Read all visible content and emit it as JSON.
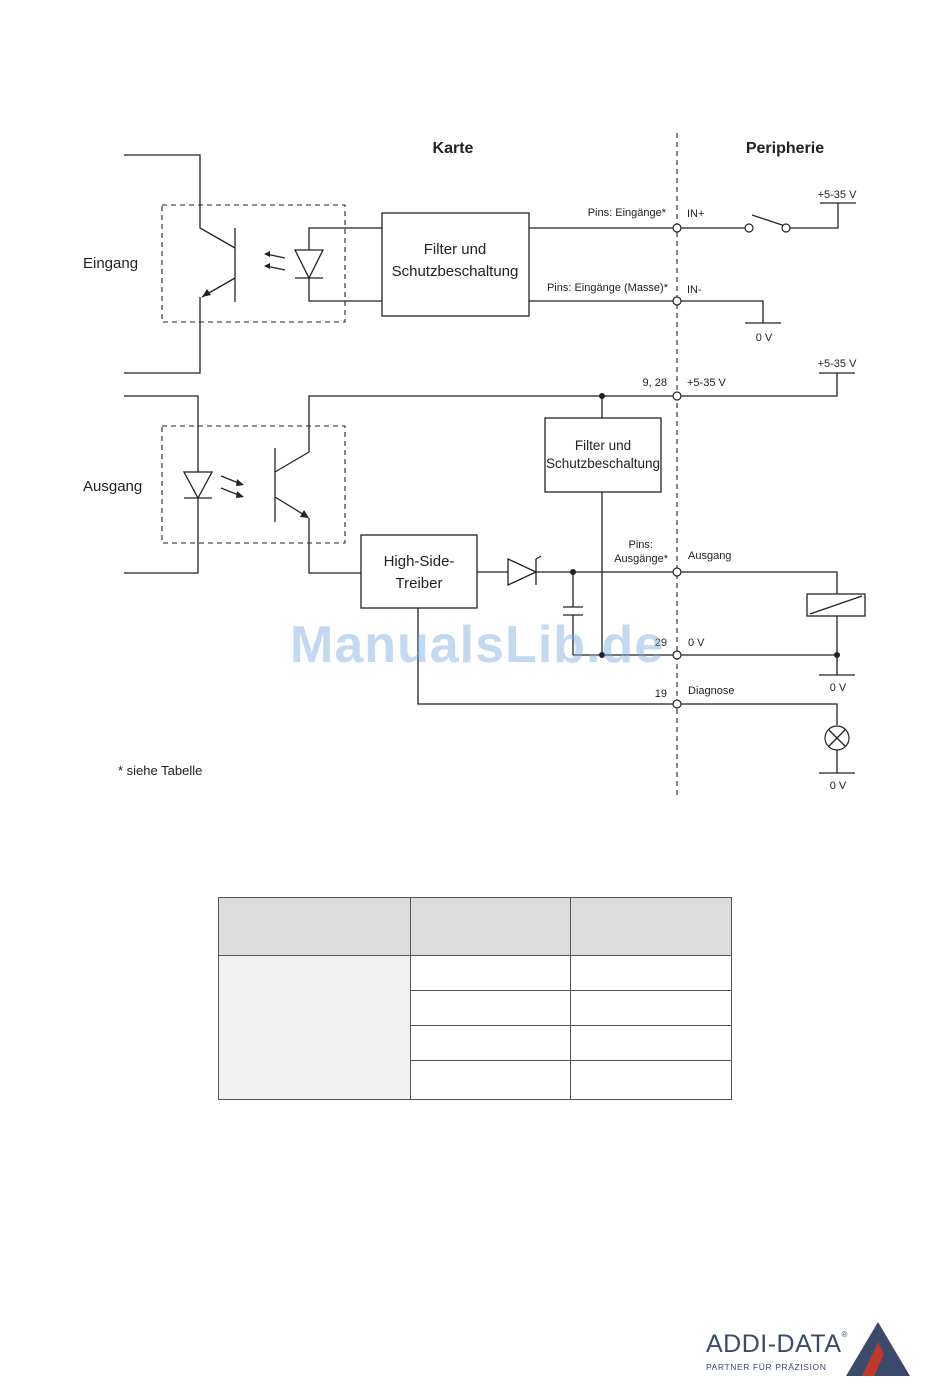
{
  "headers": {
    "card": "Karte",
    "periphery": "Peripherie"
  },
  "sections": {
    "input": "Eingang",
    "output": "Ausgang"
  },
  "boxes": {
    "filter_in_l1": "Filter und",
    "filter_in_l2": "Schutzbeschaltung",
    "filter_out_l1": "Filter und",
    "filter_out_l2": "Schutzbeschaltung",
    "driver_l1": "High-Side-",
    "driver_l2": "Treiber"
  },
  "pins": {
    "in_pins": "Pins: Eingänge*",
    "in_plus": "IN+",
    "in_gnd_pins": "Pins: Eingänge (Masse)*",
    "in_minus": "IN-",
    "supply_pins": "9, 28",
    "supply_label": "+5-35 V",
    "out_pins_l1": "Pins:",
    "out_pins_l2": "Ausgänge*",
    "out_label": "Ausgang",
    "gnd_pin": "29",
    "gnd_label": "0 V",
    "diag_pin": "19",
    "diag_label": "Diagnose"
  },
  "periphery": {
    "supply_top": "+5-35 V",
    "gnd_input": "0 V",
    "supply_out": "+5-35 V",
    "gnd_load": "0 V",
    "gnd_lamp": "0 V"
  },
  "footnote": "* siehe Tabelle",
  "watermark": "ManualsLib.de",
  "logo": {
    "name": "ADDI-DATA",
    "reg": "®",
    "tagline": "PARTNER FÜR PRÄZISION",
    "color_primary": "#3b4a6b",
    "color_accent": "#c0392b"
  }
}
